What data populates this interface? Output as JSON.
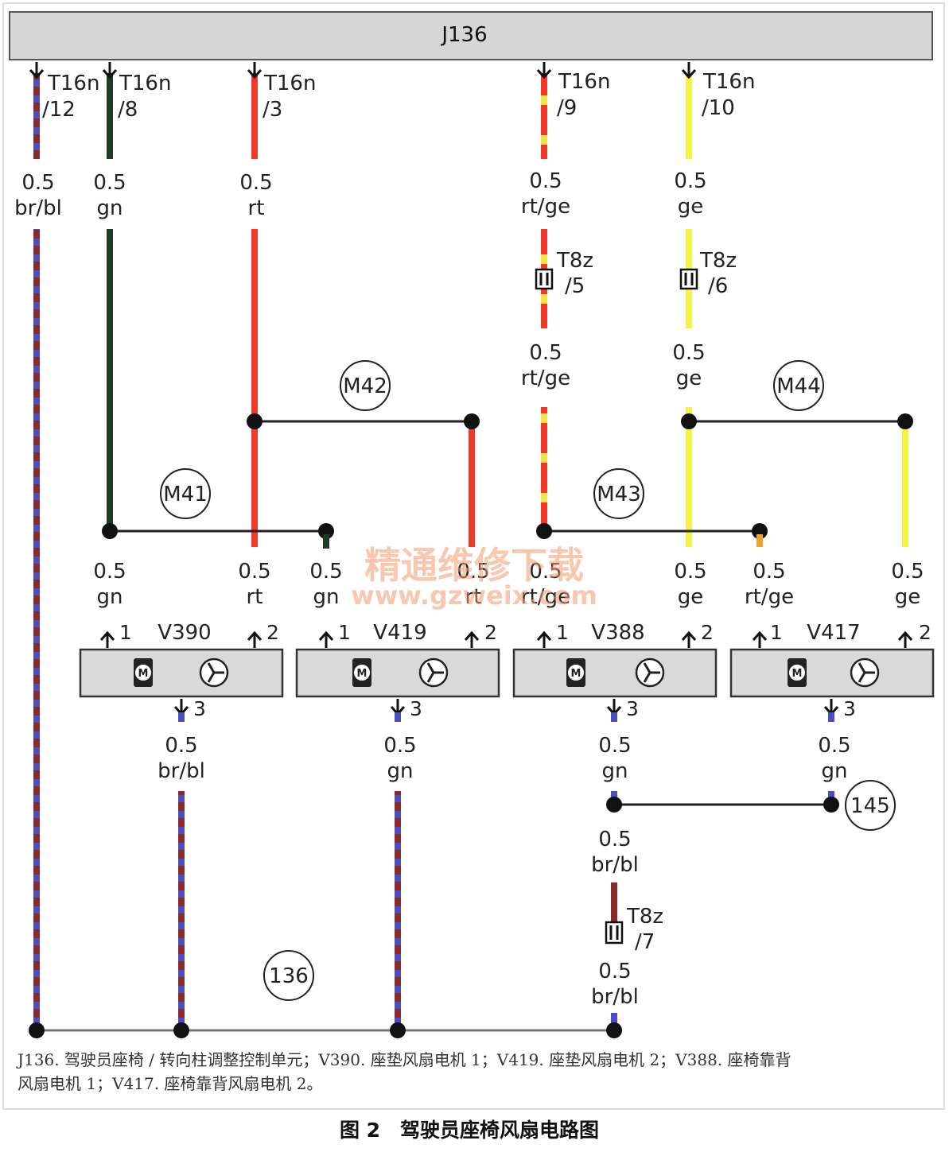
{
  "header": {
    "label": "J136"
  },
  "connectors": {
    "c1": {
      "name": "T16n",
      "pin": "/12"
    },
    "c2": {
      "name": "T16n",
      "pin": "/8"
    },
    "c3": {
      "name": "T16n",
      "pin": "/3"
    },
    "c4": {
      "name": "T16n",
      "pin": "/9"
    },
    "c5": {
      "name": "T16n",
      "pin": "/10"
    },
    "t8z5": {
      "name": "T8z",
      "pin": "/5"
    },
    "t8z6": {
      "name": "T8z",
      "pin": "/6"
    },
    "t8z7": {
      "name": "T8z",
      "pin": "/7"
    }
  },
  "wires": {
    "w1": {
      "size": "0.5",
      "color": "br/bl"
    },
    "w2": {
      "size": "0.5",
      "color": "gn"
    },
    "w3": {
      "size": "0.5",
      "color": "rt"
    },
    "w4": {
      "size": "0.5",
      "color": "rt/ge"
    },
    "w5": {
      "size": "0.5",
      "color": "ge"
    },
    "w4b": {
      "size": "0.5",
      "color": "rt/ge"
    },
    "w5b": {
      "size": "0.5",
      "color": "ge"
    },
    "d1": {
      "size": "0.5",
      "color": "gn"
    },
    "d2": {
      "size": "0.5",
      "color": "rt"
    },
    "d3": {
      "size": "0.5",
      "color": "gn"
    },
    "d4": {
      "size": "0.5",
      "color": "rt"
    },
    "d5": {
      "size": "0.5",
      "color": "rt/ge"
    },
    "d6": {
      "size": "0.5",
      "color": "ge"
    },
    "d7": {
      "size": "0.5",
      "color": "rt/ge"
    },
    "d8": {
      "size": "0.5",
      "color": "ge"
    },
    "b1": {
      "size": "0.5",
      "color": "br/bl"
    },
    "b2": {
      "size": "0.5",
      "color": "gn"
    },
    "b3": {
      "size": "0.5",
      "color": "gn"
    },
    "b4": {
      "size": "0.5",
      "color": "gn"
    },
    "b5": {
      "size": "0.5",
      "color": "br/bl"
    },
    "b6": {
      "size": "0.5",
      "color": "br/bl"
    }
  },
  "nodes": {
    "m41": "M41",
    "m42": "M42",
    "m43": "M43",
    "m44": "M44",
    "n145": "145",
    "n136": "136"
  },
  "motors": {
    "v390": {
      "name": "V390",
      "p1": "1",
      "p2": "2",
      "p3": "3"
    },
    "v419": {
      "name": "V419",
      "p1": "1",
      "p2": "2",
      "p3": "3"
    },
    "v388": {
      "name": "V388",
      "p1": "1",
      "p2": "2",
      "p3": "3"
    },
    "v417": {
      "name": "V417",
      "p1": "1",
      "p2": "2",
      "p3": "3"
    }
  },
  "motor_symbol": "M",
  "watermark": {
    "line1": "精通维修下载",
    "line2": "www.gzweix.com"
  },
  "caption": {
    "line1": "J136. 驾驶员座椅 / 转向柱调整控制单元；V390. 座垫风扇电机 1；V419. 座垫风扇电机 2；V388. 座椅靠背",
    "line2": "风扇电机 1；V417. 座椅靠背风扇电机 2。"
  },
  "figure_title": "图 2　驾驶员座椅风扇电路图",
  "colors": {
    "brown": "#8b2a2a",
    "blue": "#4a4ec0",
    "green": "#1f3b22",
    "red": "#f0392b",
    "yellow": "#f6f24a",
    "box": "#d9d9d9"
  }
}
